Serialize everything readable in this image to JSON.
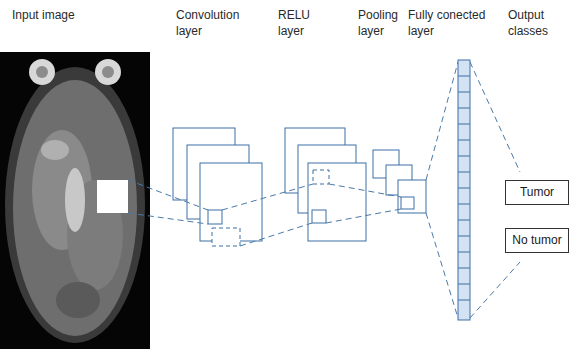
{
  "diagram": {
    "nodes": [
      {
        "text": [
          "Tumor"
        ]
      },
      {
        "text": [
          "No tumor"
        ]
      }
    ],
    "labels": [
      "Input image",
      "Convolution layer",
      "RELU layer",
      "Pooling layer",
      "Fully conected layer",
      "Output classes"
    ]
  }
}
